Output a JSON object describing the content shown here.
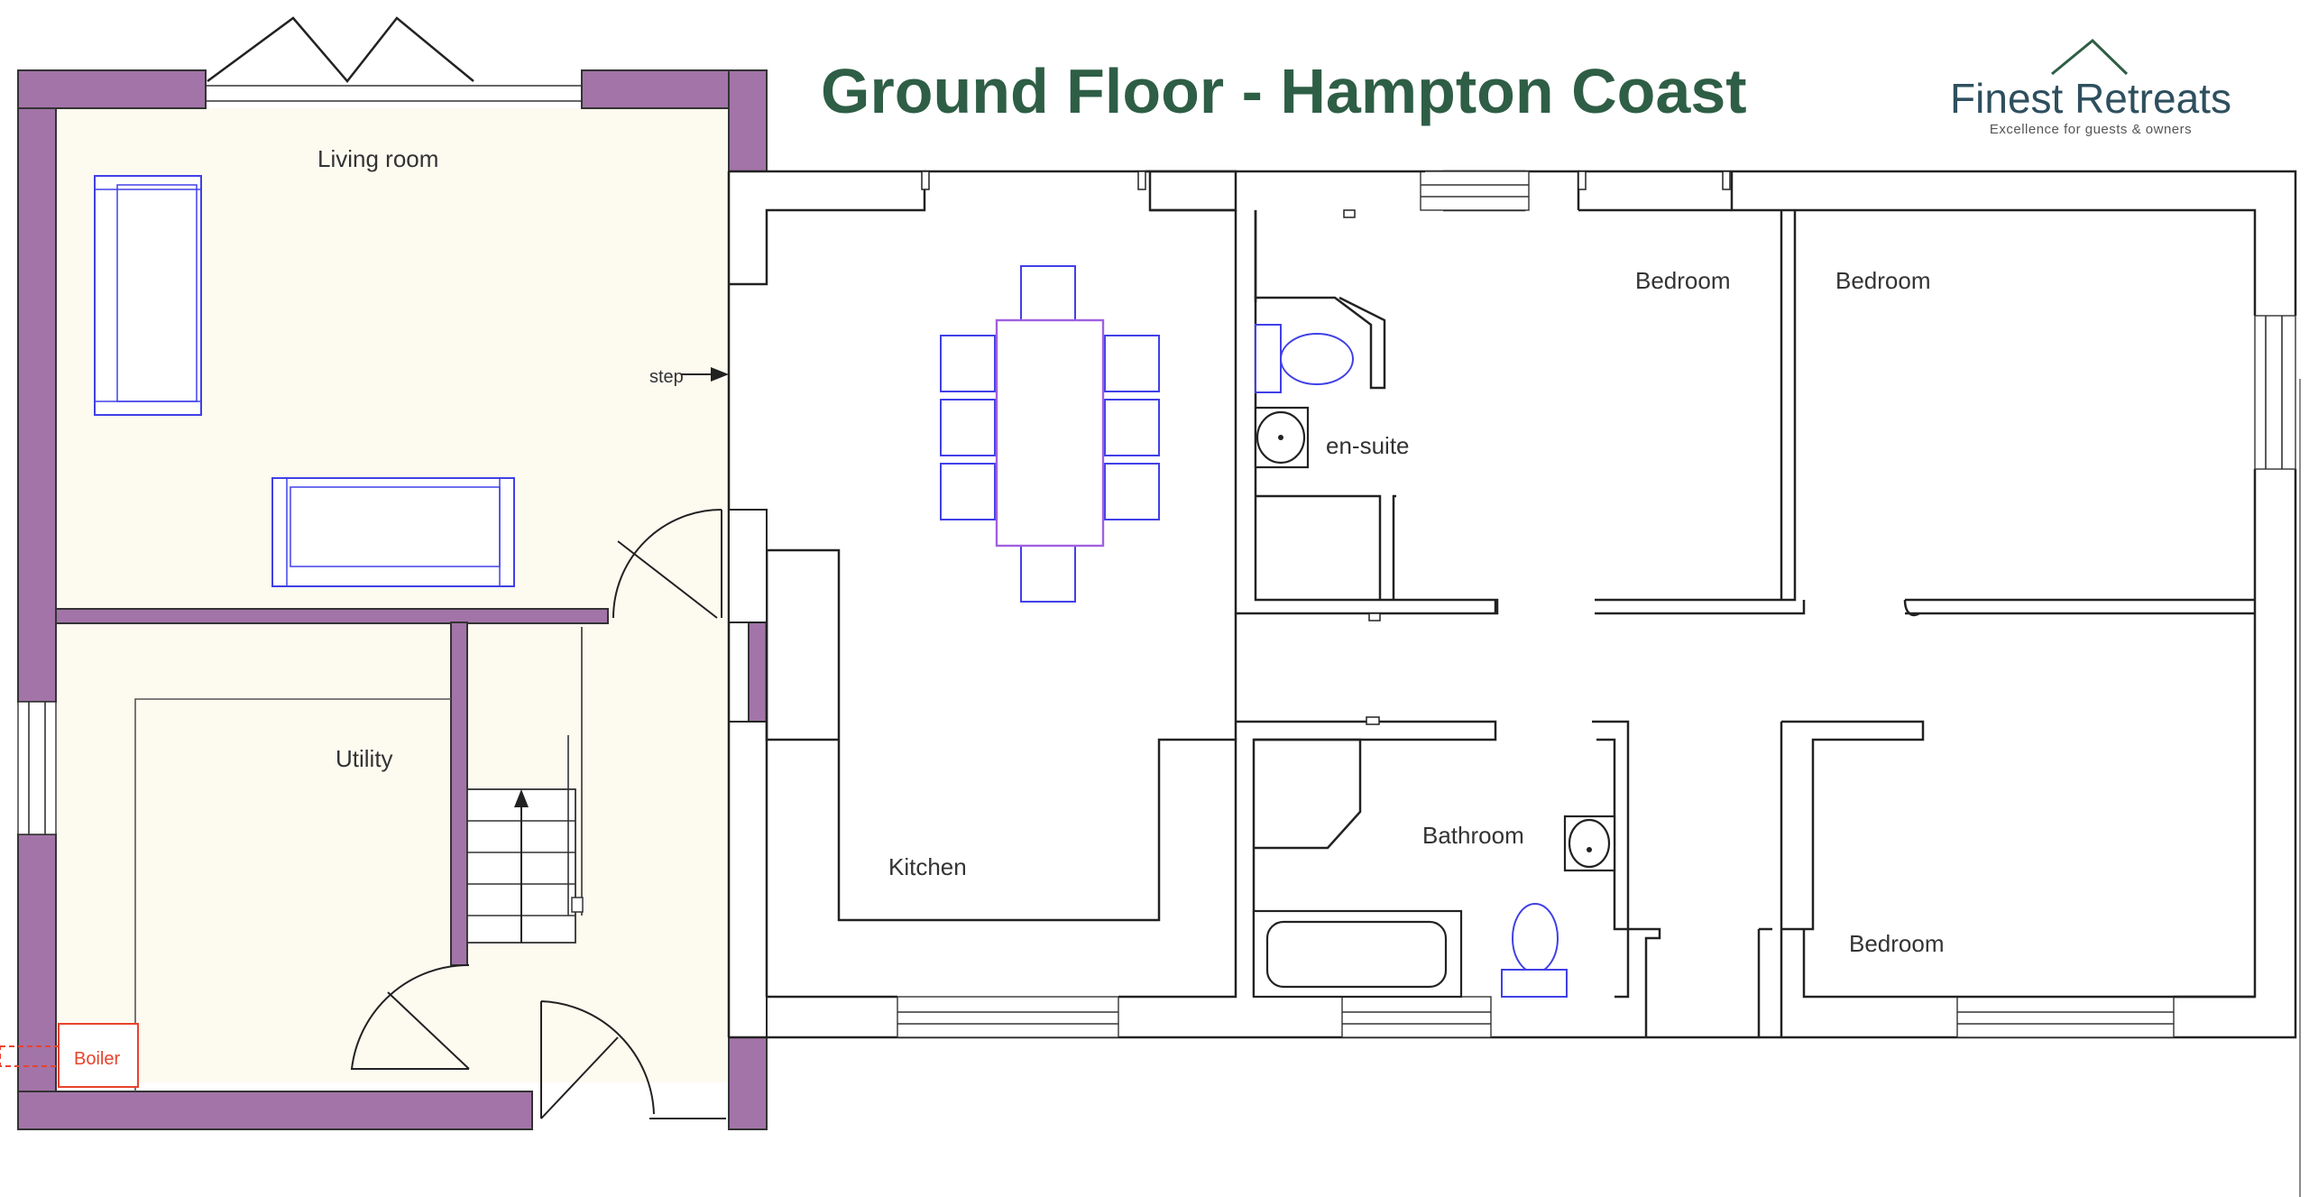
{
  "title": "Ground Floor - Hampton Coast",
  "logo": {
    "name": "Finest Retreats",
    "tagline": "Excellence for guests  & owners"
  },
  "rooms": {
    "living_room": "Living room",
    "utility": "Utility",
    "kitchen": "Kitchen",
    "bedroom_1": "Bedroom",
    "bedroom_2": "Bedroom",
    "bedroom_3": "Bedroom",
    "en_suite": "en-suite",
    "bathroom": "Bathroom"
  },
  "annotations": {
    "step": "step",
    "boiler": "Boiler"
  },
  "colors": {
    "title": "#2e5e45",
    "extension_wall": "#a374a8",
    "extension_floor": "#fdfaf0",
    "boiler": "#e8432e",
    "furniture": "#4040e8",
    "dining_table": "#a060e0"
  }
}
